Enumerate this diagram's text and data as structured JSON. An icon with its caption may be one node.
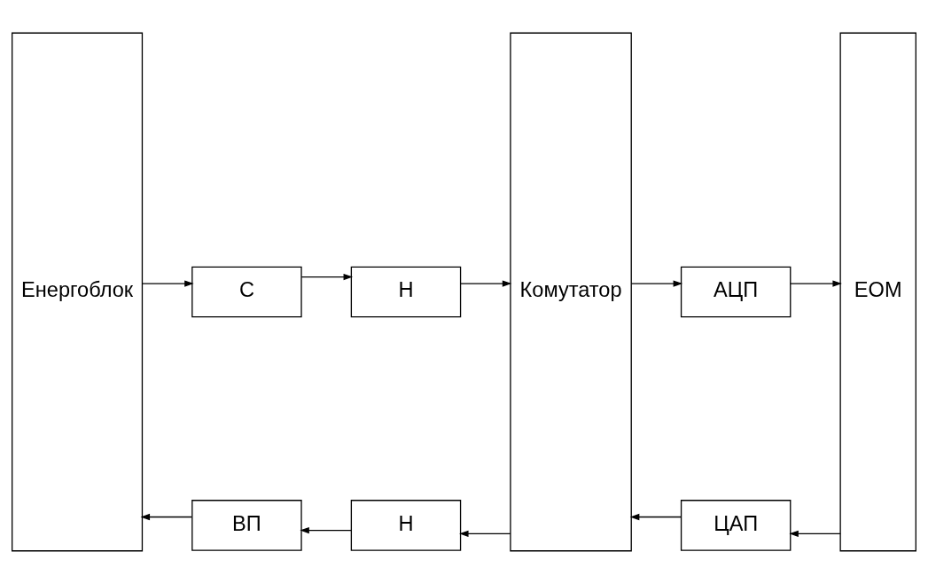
{
  "diagram": {
    "nodes": [
      {
        "text": [
          "Енергоблок"
        ]
      },
      {
        "text": [
          "С"
        ]
      },
      {
        "text": [
          "Н"
        ]
      },
      {
        "text": [
          "Комутатор"
        ]
      },
      {
        "text": [
          "АЦП"
        ]
      },
      {
        "text": [
          "ЕОМ"
        ]
      },
      {
        "text": [
          "ВП"
        ]
      },
      {
        "text": [
          "Н"
        ]
      },
      {
        "text": [
          "ЦАП"
        ]
      }
    ],
    "edges": [
      {
        "from": 0,
        "to": 1,
        "arrow": "to"
      },
      {
        "from": 1,
        "to": 2,
        "arrow": "to"
      },
      {
        "from": 2,
        "to": 3,
        "arrow": "to"
      },
      {
        "from": 3,
        "to": 4,
        "arrow": "to"
      },
      {
        "from": 4,
        "to": 5,
        "arrow": "to"
      },
      {
        "from": 5,
        "to": 8,
        "arrow": "to"
      },
      {
        "from": 8,
        "to": 3,
        "arrow": "to"
      },
      {
        "from": 3,
        "to": 7,
        "arrow": "to"
      },
      {
        "from": 7,
        "to": 6,
        "arrow": "to"
      },
      {
        "from": 6,
        "to": 0,
        "arrow": "to"
      }
    ]
  }
}
